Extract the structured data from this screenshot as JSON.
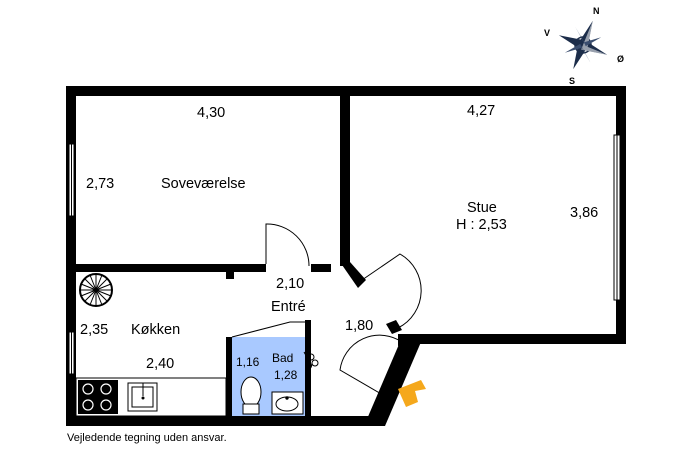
{
  "rooms": {
    "bedroom": {
      "name": "Soveværelse",
      "width": "4,30",
      "depth": "2,73"
    },
    "living": {
      "name": "Stue",
      "height_label": "H : 2,53",
      "width": "4,27",
      "depth": "3,86"
    },
    "entry": {
      "name": "Entré",
      "dim": "2,10",
      "dim2": "1,80"
    },
    "kitchen": {
      "name": "Køkken",
      "width": "2,40",
      "depth": "2,35"
    },
    "bath": {
      "name": "Bad",
      "dim_a": "1,16",
      "dim_b": "1,28"
    }
  },
  "compass": {
    "n": "N",
    "s": "S",
    "e": "Ø",
    "w": "V"
  },
  "footer": "Vejledende tegning uden ansvar.",
  "colors": {
    "bath_floor": "#a9c9ff",
    "entrance_arrow": "#f5a81c",
    "wall": "#000000"
  }
}
